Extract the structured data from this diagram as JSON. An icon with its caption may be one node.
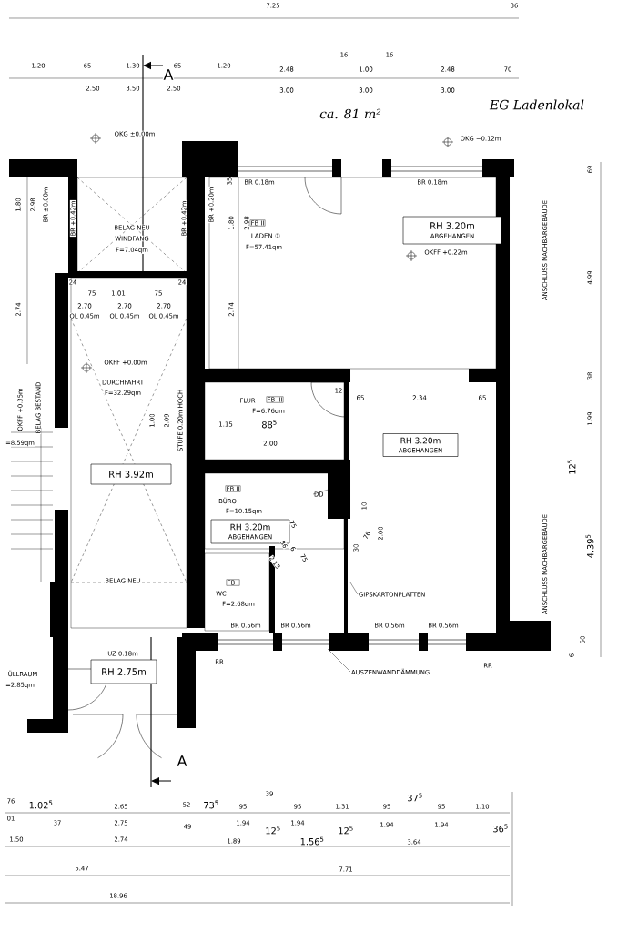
{
  "diagram": {
    "nodes": [
      {
        "text": [
          "BELAG NEU",
          "WINDFANG",
          "F=7.04qm"
        ]
      },
      {
        "text": [
          "FB II",
          "LADEN ①",
          "F=57.41qm"
        ]
      },
      {
        "text": [
          "RH 3.20m",
          "ABGEHANGEN"
        ],
        "in": 1
      },
      {
        "text": [
          "DURCHFAHRT",
          "F=32.29qm",
          "BELAG NEU"
        ]
      },
      {
        "text": [
          "RH 3.92m"
        ],
        "in": 3
      },
      {
        "text": [
          "FLUR",
          "FB III",
          "F=6.76qm"
        ]
      },
      {
        "text": [
          "RH 3.20m",
          "ABGEHANGEN"
        ]
      },
      {
        "text": [
          "FB II",
          "BÜRO",
          "F=10.15qm"
        ]
      },
      {
        "text": [
          "RH 3.20m",
          "ABGEHANGEN"
        ],
        "in": 7
      },
      {
        "text": [
          "FB I",
          "WC",
          "F=2.68qm"
        ]
      },
      {
        "text": [
          "RH 2.75m"
        ]
      },
      {
        "text": [
          "GIPSKARTONPLATTEN"
        ]
      },
      {
        "text": [
          "AUSZENWANDDÄMMUNG"
        ]
      },
      {
        "text": [
          "DD"
        ],
        "in": 7
      }
    ],
    "edges": [
      {
        "from": 11,
        "to": null,
        "arrow": "none"
      },
      {
        "from": 12,
        "to": null,
        "arrow": "none"
      },
      {
        "from": 13,
        "to": null,
        "arrow": "none"
      }
    ],
    "labels": [
      "7.25",
      "36",
      "1.20",
      "65",
      "1.30",
      "65",
      "1.20",
      "2.48",
      "16",
      "1.00",
      "16",
      "2.48",
      "70",
      "2.50",
      "3.50",
      "2.50",
      "3.00",
      "3.00",
      "3.00",
      "A",
      "ca. 81 m²",
      "EG Ladenlokal",
      "OKG ±0.00m",
      "OKG −0.12m",
      "1.80",
      "2.98",
      "BR ±0.00m",
      "BR +0.42m",
      "BR +0.42m",
      "BR +0.20m",
      "35",
      "BR 0.18m",
      "BR 0.18m",
      "1.80",
      "2.98",
      "24",
      "75",
      "1.01",
      "75",
      "24",
      "2.70",
      "2.70",
      "2.70",
      "OL 0.45m",
      "OL 0.45m",
      "OL 0.45m",
      "2.74",
      "2.74",
      "OKFF +0.22m",
      "OKFF +0.00m",
      "OKFF +0.35m",
      "BELAG BESTAND",
      "1.00",
      "2.09",
      "STUFE 0.20m HOCH",
      "12",
      "65",
      "2.34",
      "65",
      "1.15",
      "88$^{5}$",
      "=8.59qm",
      "2.00",
      "ANSCHLUSS NACHBARGEBÄUDE",
      "69",
      "4.99",
      "38",
      "1.99",
      "12$^{5}$",
      "75",
      "86",
      "6",
      "75",
      "2.13",
      "10",
      "30",
      "76",
      "2.00",
      "4.39$^{5}$",
      "ANSCHLUSS NACHBARGEBÄUDE",
      "BR 0.56m",
      "BR 0.56m",
      "BR 0.56m",
      "BR 0.56m",
      "50",
      "6",
      "UZ 0.18m",
      "RR",
      "RR",
      "ÜLLRAUM",
      "=2.85qm",
      "A",
      "76",
      "1.02$^{5}$",
      "2.65",
      "52",
      "73$^{5}$",
      "95",
      "39",
      "95",
      "1.31",
      "95",
      "37$^{5}$",
      "95",
      "1.10",
      "01",
      "37",
      "2.75",
      "49",
      "1.94",
      "12$^{5}$",
      "1.94",
      "12$^{5}$",
      "1.94",
      "1.94",
      "36$^{5}$",
      "1.50",
      "2.74",
      "1.89",
      "1.56$^{5}$",
      "3.64",
      "5.47",
      "7.71",
      "18.96"
    ]
  }
}
